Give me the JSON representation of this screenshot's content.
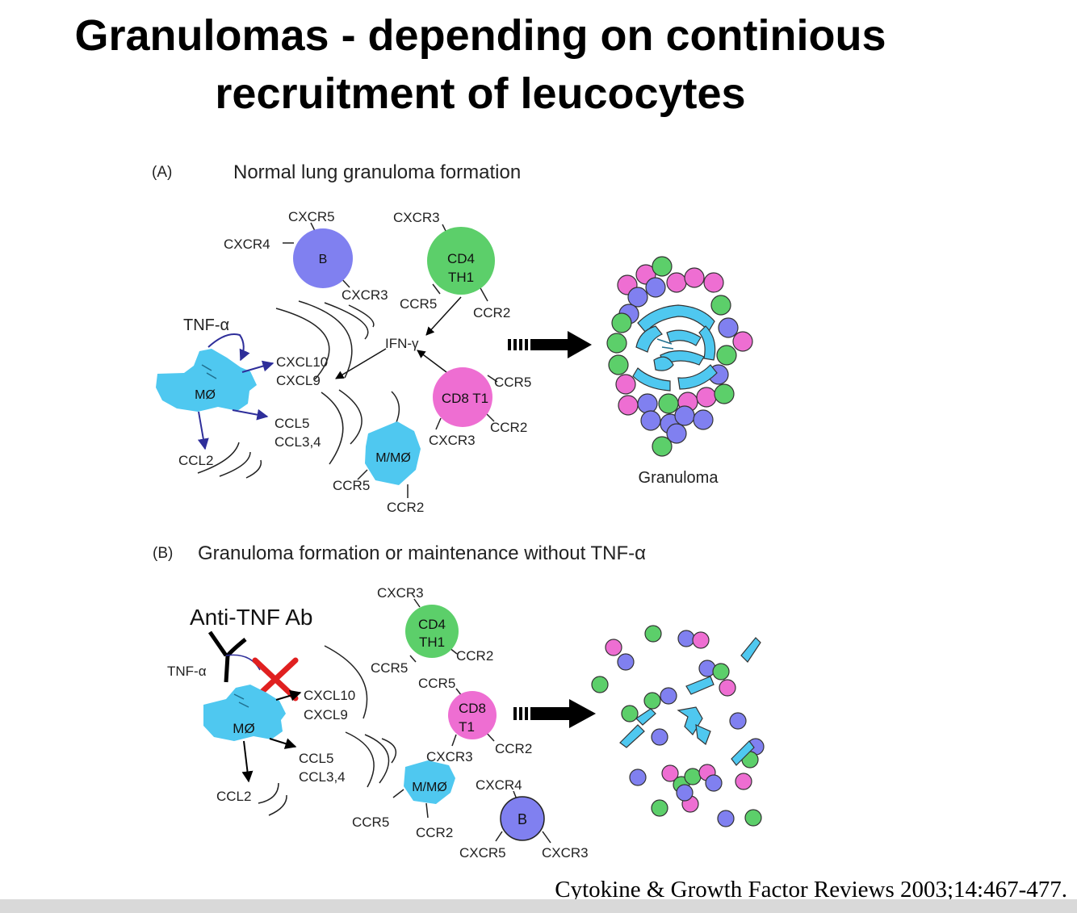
{
  "title_line1": "Granulomas - depending on continious",
  "title_line2": "recruitment of leucocytes",
  "citation": "Cytokine & Growth Factor Reviews 2003;14:467-477.",
  "colors": {
    "macrophage": "#4fc8f0",
    "b_cell": "#8080f0",
    "cd4": "#5ccf6a",
    "cd8": "#ee6ed2",
    "block_x": "#e02020",
    "arrow": "#2e2e9a"
  },
  "panel_a": {
    "label": "(A)",
    "heading": "Normal lung granuloma formation",
    "b_cell": "B",
    "b_cxcr5": "CXCR5",
    "b_cxcr4": "CXCR4",
    "b_cxcr3": "CXCR3",
    "cd4_l1": "CD4",
    "cd4_l2": "TH1",
    "cd4_cxcr3": "CXCR3",
    "cd4_ccr5": "CCR5",
    "cd4_ccr2": "CCR2",
    "ifn": "IFN-γ",
    "tnf": "TNF-α",
    "mo": "MØ",
    "cxcl10": "CXCL10",
    "cxcl9": "CXCL9",
    "ccl5": "CCL5",
    "ccl34": "CCL3,4",
    "ccl2": "CCL2",
    "cd8": "CD8 T1",
    "cd8_ccr5": "CCR5",
    "cd8_ccr2": "CCR2",
    "cd8_cxcr3": "CXCR3",
    "mmo": "M/MØ",
    "mmo_ccr5": "CCR5",
    "mmo_ccr2": "CCR2",
    "granuloma": "Granuloma"
  },
  "panel_b": {
    "label": "(B)",
    "heading": "Granuloma formation or maintenance without TNF-α",
    "anti_tnf": "Anti-TNF Ab",
    "tnf": "TNF-α",
    "mo": "MØ",
    "cxcl10": "CXCL10",
    "cxcl9": "CXCL9",
    "ccl5": "CCL5",
    "ccl34": "CCL3,4",
    "ccl2": "CCL2",
    "cd4_l1": "CD4",
    "cd4_l2": "TH1",
    "cd4_cxcr3": "CXCR3",
    "cd4_ccr5": "CCR5",
    "cd4_ccr2": "CCR2",
    "cd8_l1": "CD8",
    "cd8_l2": "T1",
    "cd8_ccr5": "CCR5",
    "cd8_ccr2": "CCR2",
    "cd8_cxcr3": "CXCR3",
    "mmo": "M/MØ",
    "mmo_ccr5": "CCR5",
    "mmo_ccr2": "CCR2",
    "b_cell": "B",
    "b_cxcr4": "CXCR4",
    "b_cxcr5": "CXCR5",
    "b_cxcr3": "CXCR3"
  }
}
